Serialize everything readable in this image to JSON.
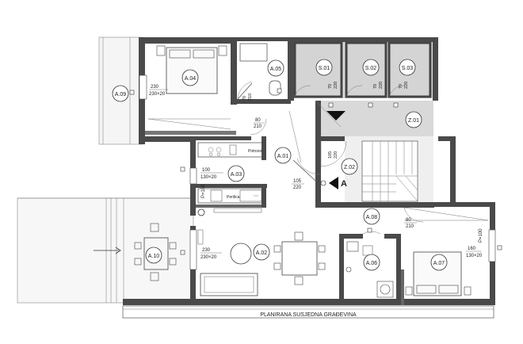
{
  "rooms": {
    "A.04": "A.04",
    "A.05": "A.05",
    "A.09": "A.09",
    "A.01": "A.01",
    "A.03": "A.03",
    "A.02": "A.02",
    "A.10": "A.10",
    "A.08": "A.08",
    "A.06": "A.06",
    "A.07": "A.07",
    "S.01": "S.01",
    "S.02": "S.02",
    "S.03": "S.03",
    "Z.01": "Z.01",
    "Z.02": "Z.02"
  },
  "dimensions": {
    "bedroom_window_w": "230",
    "bedroom_window_hw": "230×20",
    "bath_door_w": "70",
    "bath_door_h": "210",
    "hall_door_w": "80",
    "hall_door_h": "210",
    "storage_door_w1": "70",
    "storage_door_h1": "220",
    "storage_door_w2": "70",
    "storage_door_h2": "220",
    "storage_door_w3": "70",
    "storage_door_h3": "220",
    "entry_door_w": "105",
    "entry_door_h": "220",
    "entry_door2_w": "105",
    "entry_door2_h": "220",
    "kitchen_window_w": "100",
    "kitchen_window_hw": "130×20",
    "kitchen_parapet": "P=100",
    "living_window_w": "230",
    "living_window_hw": "230×20",
    "wc_door_w": "80",
    "wc_door_h": "210",
    "bed2_window_w": "160",
    "bed2_window_hw": "130×20",
    "bed2_parapet": "P=100"
  },
  "fixtures": {
    "potrosni": "Potrosni",
    "perilica": "Perilica"
  },
  "section_mark": "A",
  "footer_label": "PLANIRANA SUSJEDNA GRAĐEVINA"
}
